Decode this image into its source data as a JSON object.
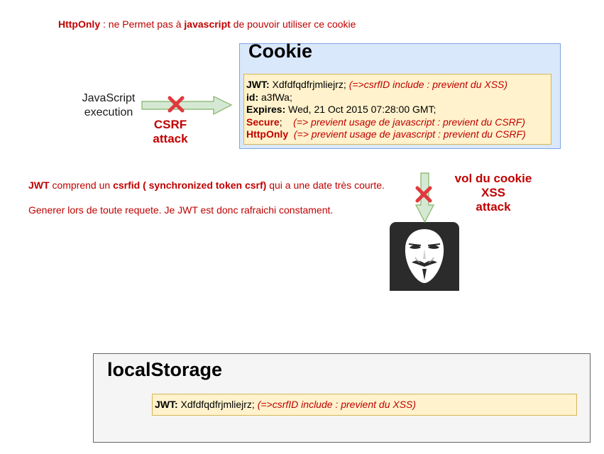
{
  "top_note": {
    "httponly": "HttpOnly",
    "part1": " : ne Permet pas à ",
    "javascript": "javascript",
    "part2": " de pouvoir utiliser ce cookie"
  },
  "cookie": {
    "title": "Cookie",
    "jwt_key": "JWT:",
    "jwt_value": " Xdfdfqdfrjmliejrz;",
    "jwt_comment": " (=>csrfID include : previent du XSS)",
    "id_key": "id:",
    "id_value": " a3fWa;",
    "expires_key": "Expires:",
    "expires_value": " Wed, 21 Oct 2015 07:28:00 GMT;",
    "secure_key": "Secure",
    "secure_sep": ";",
    "secure_comment": "    (=> previent usage de javascript : previent du CSRF)",
    "httponly_key": "HttpOnly",
    "httponly_comment": "  (=> previent usage de javascript : previent du CSRF)"
  },
  "js_execution": {
    "line1": "JavaScript",
    "line2": "execution"
  },
  "csrf_attack": {
    "line1": "CSRF",
    "line2": "attack"
  },
  "xss_attack": {
    "line1": "vol du cookie",
    "line2": "XSS",
    "line3": "attack"
  },
  "jwt_note": {
    "jwt": "JWT",
    "part1": " comprend un ",
    "csrfid": "csrfid ( synchronized token csrf)",
    "part2": " qui a une date très courte."
  },
  "gen_note": "Generer lors de toute requete. Je JWT est donc rafraichi constament.",
  "local_storage": {
    "title": "localStorage",
    "jwt_key": "JWT:",
    "jwt_value": " Xdfdfqdfrjmliejrz;",
    "jwt_comment": " (=>csrfID include : previent du XSS)"
  },
  "icons": {
    "attacker": "anonymous-mask-icon",
    "blocked": "red-x-icon"
  },
  "colors": {
    "accent_red": "#c00000",
    "cookie_fill": "#dae8fc",
    "cookie_stroke": "#7ea6e0",
    "note_fill": "#fff2cc",
    "note_stroke": "#d6b656",
    "storage_fill": "#f5f5f5",
    "arrow_fill": "#d5e8d4",
    "arrow_stroke": "#82b366",
    "cross": "#e0393e"
  }
}
